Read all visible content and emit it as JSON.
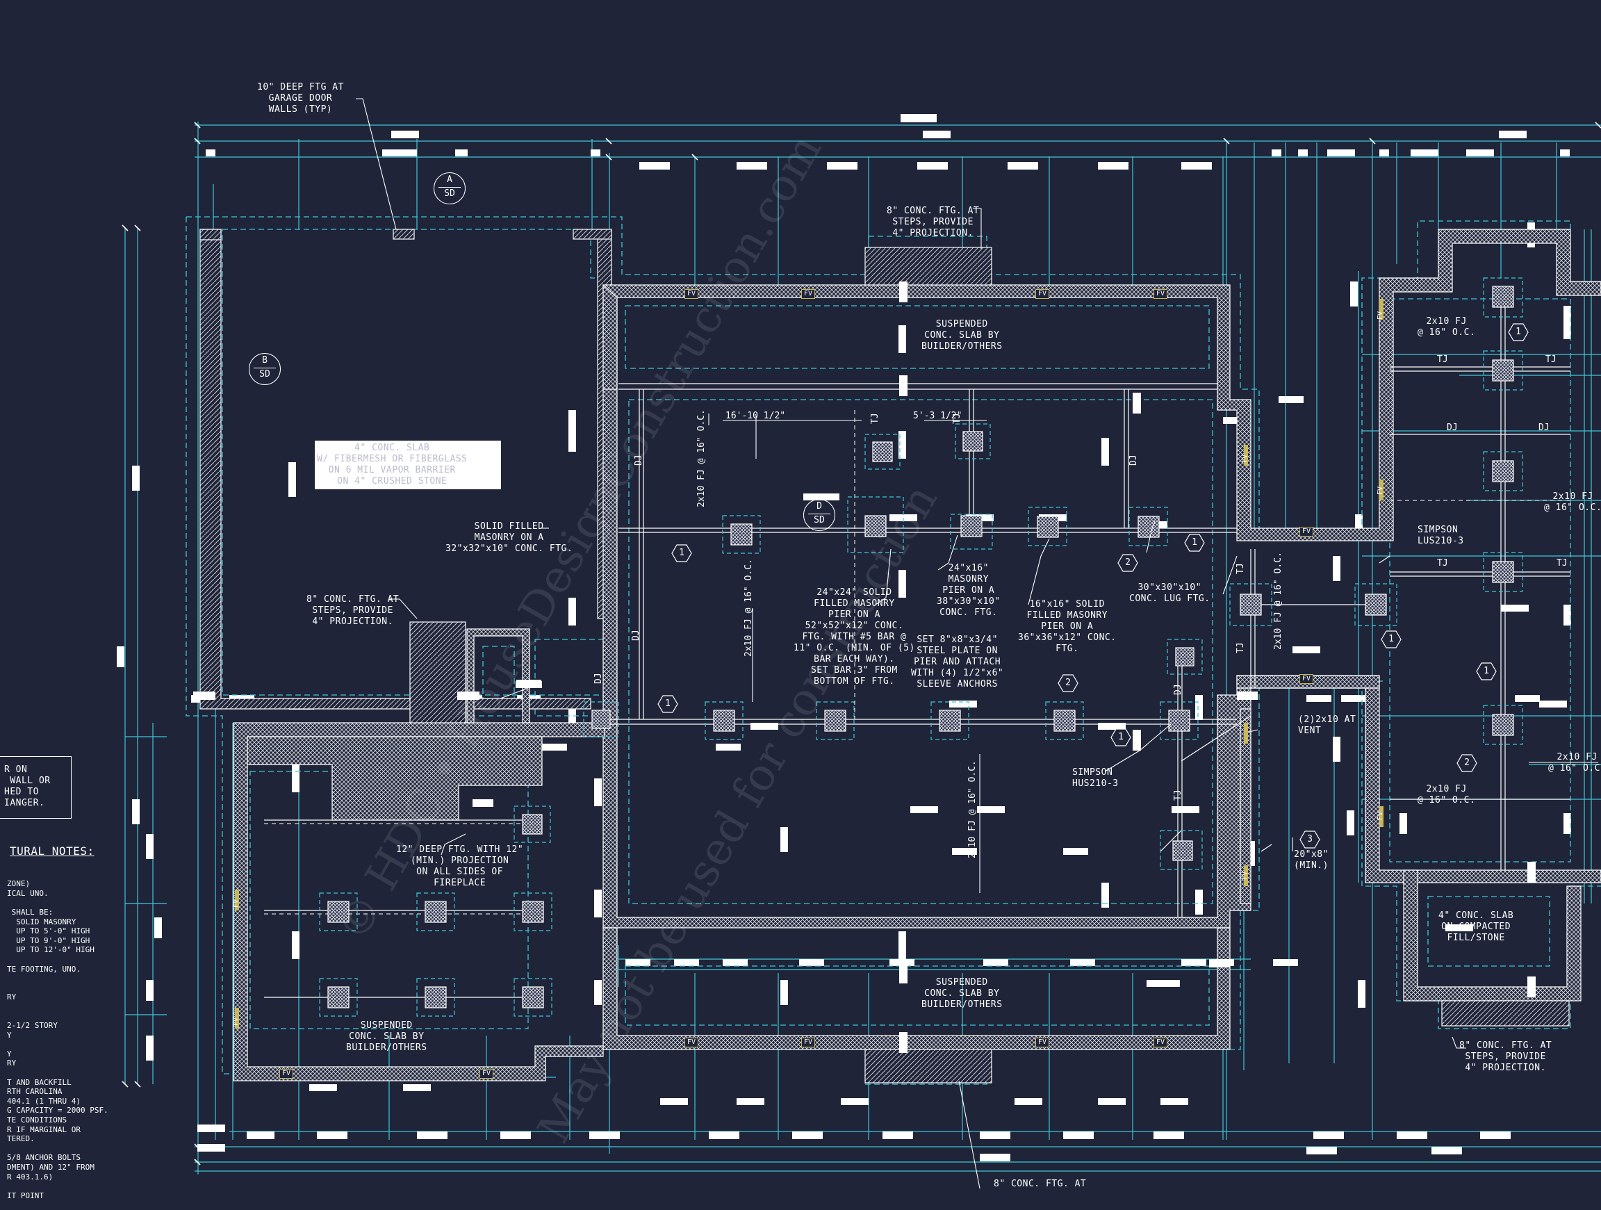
{
  "watermark": {
    "line1": "© HDC • HouseDesignConstruction.com",
    "line2": "May not be used for construction"
  },
  "callouts": {
    "garage_door_ftg": "10\" DEEP FTG AT\nGARAGE DOOR\nWALLS (TYP)",
    "steps_top": "8\" CONC. FTG. AT\nSTEPS, PROVIDE\n4\" PROJECTION.",
    "suspended_top": "SUSPENDED\nCONC. SLAB BY\nBUILDER/OTHERS",
    "garage_slab": "4\" CONC. SLAB\nW/ FIBERMESH OR FIBERGLASS\nON 6 MIL VAPOR BARRIER\nON 4\" CRUSHED STONE",
    "solid_filled": "SOLID FILLED\nMASONRY ON A\n32\"x32\"x10\" CONC. FTG.",
    "steps_left": "8\" CONC. FTG. AT\nSTEPS, PROVIDE\n4\" PROJECTION.",
    "pier_24": "24\"x24\" SOLID\nFILLED MASONRY\nPIER ON A\n52\"x52\"x12\" CONC.\nFTG. WITH #5 BAR @\n11\" O.C. (MIN. OF (5)\nBAR EACH WAY).\nSET BAR 3\" FROM\nBOTTOM OF FTG.",
    "pier_24x16": "24\"x16\"\nMASONRY\nPIER ON A\n38\"x30\"x10\"\nCONC. FTG.",
    "steel_plate": "SET 8\"x8\"x3/4\"\nSTEEL PLATE ON\nPIER AND ATTACH\nWITH (4) 1/2\"x6\"\nSLEEVE ANCHORS",
    "pier_16": "16\"x16\" SOLID\nFILLED MASONRY\nPIER ON A\n36\"x36\"x12\" CONC.\nFTG.",
    "lug_ftg": "30\"x30\"x10\"\nCONC. LUG FTG.",
    "simpson_lus": "SIMPSON\nLUS210-3",
    "simpson_hus": "SIMPSON\nHUS210-3",
    "vent": "(2)2x10 AT\nVENT",
    "beam_20x8": "20\"x8\"\n(MIN.)",
    "fireplace_ftg": "12\" DEEP FTG. WITH 12\"\n(MIN.) PROJECTION\nON ALL SIDES OF\nFIREPLACE",
    "suspended_left": "SUSPENDED\nCONC. SLAB BY\nBUILDER/OTHERS",
    "suspended_bottom": "SUSPENDED\nCONC. SLAB BY\nBUILDER/OTHERS",
    "slab_right": "4\" CONC. SLAB\nON COMPACTED\nFILL/STONE",
    "steps_right": "8\" CONC. FTG. AT\nSTEPS, PROVIDE\n4\" PROJECTION.",
    "steps_bottom": "8\" CONC. FTG. AT"
  },
  "dimensions": {
    "d1": "16'-10 1/2\"",
    "d2": "5'-3 1/2\"",
    "fj_16oc": "2x10 FJ\n@ 16\" O.C.",
    "fj_v1": "2x10 FJ @ 16\" O.C.",
    "fj_v2": "2x10 FJ @ 16\" O.C.",
    "fj_v3": "2x10 FJ @ 16\" O.C.",
    "fj_v4": "2x10 FJ @ 16\" O.C.",
    "fj_r1": "2x10 FJ\n@ 16\" O.C.",
    "fj_r2": "2x10 FJ\n@ 16\" O.C.",
    "fj_r3": "2x10 FJ\n@ 16\" O.C.",
    "fj_r4": "2x10 FJ\n@ 16\" O.C."
  },
  "joist_tags": {
    "dj": "DJ",
    "tj": "TJ",
    "fv": "FV"
  },
  "section_marks": [
    {
      "letter": "A",
      "sheet": "SD"
    },
    {
      "letter": "B",
      "sheet": "SD"
    },
    {
      "letter": "D",
      "sheet": "SD"
    }
  ],
  "hex_tags": [
    "1",
    "2",
    "3"
  ],
  "notes_left": {
    "frag1": "R ON\n WALL OR\nHED TO\nIANGER.",
    "heading": "TURAL NOTES:",
    "lines": [
      "ZONE)",
      "ICAL UNO.",
      "",
      " SHALL BE:",
      "  SOLID MASONRY",
      "  UP TO 5'-0\" HIGH",
      "  UP TO 9'-0\" HIGH",
      "  UP TO 12'-0\" HIGH",
      "",
      "TE FOOTING, UNO.",
      "",
      "",
      "RY",
      "",
      "",
      "2-1/2 STORY",
      "Y",
      "",
      "Y",
      "RY",
      "",
      "T AND BACKFILL",
      "RTH CAROLINA",
      "404.1 (1 THRU 4)",
      "G CAPACITY = 2000 PSF.",
      "TE CONDITIONS",
      "R IF MARGINAL OR",
      "TERED.",
      "",
      "5/8 ANCHOR BOLTS",
      "DMENT) AND 12\" FROM",
      "R 403.1.6)",
      "",
      "IT POINT"
    ]
  }
}
